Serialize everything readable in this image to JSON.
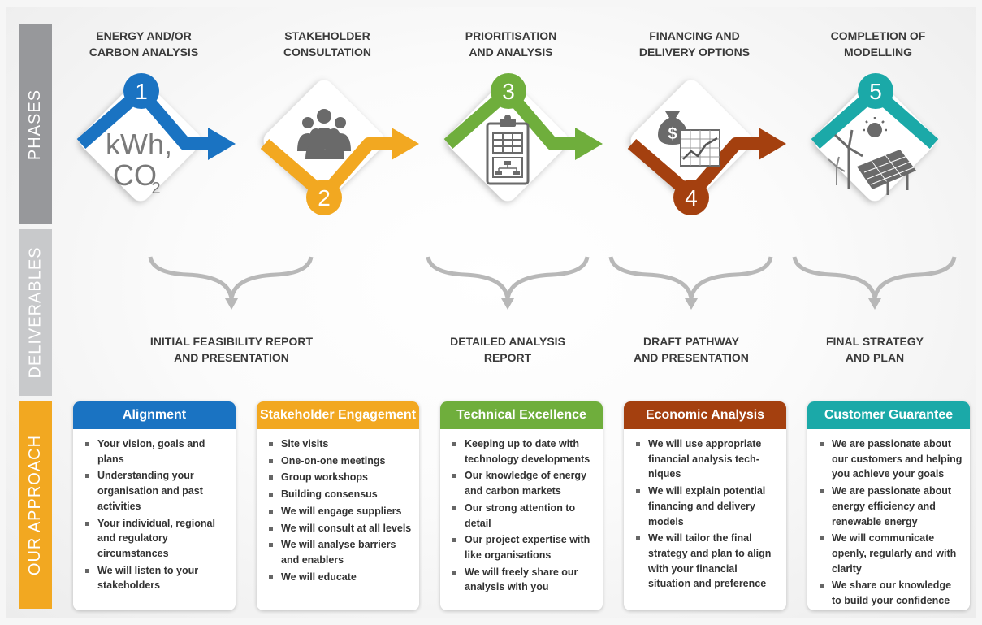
{
  "side_labels": {
    "phases": "PHASES",
    "deliverables": "DELIVERABLES",
    "approach": "OUR APPROACH"
  },
  "colors": {
    "blue": "#1a73c2",
    "orange": "#f2a821",
    "green": "#6fae3c",
    "rust": "#a4400f",
    "teal": "#1ba9a8",
    "gray_bar": "#97989b",
    "light_gray_bar": "#c8c9cb"
  },
  "phases": [
    {
      "title": "ENERGY AND/OR\nCARBON ANALYSIS",
      "number": "1",
      "icon": "kwh-co2-icon",
      "icon_text": {
        "line1": "kWh,",
        "line2": "CO",
        "sub": "2"
      }
    },
    {
      "title": "STAKEHOLDER\nCONSULTATION",
      "number": "2",
      "icon": "people-group-icon"
    },
    {
      "title": "PRIORITISATION\nAND ANALYSIS",
      "number": "3",
      "icon": "clipboard-chart-icon"
    },
    {
      "title": "FINANCING AND\nDELIVERY OPTIONS",
      "number": "4",
      "icon": "money-bag-chart-icon",
      "icon_text": {
        "dollar": "$"
      }
    },
    {
      "title": "COMPLETION OF\nMODELLING",
      "number": "5",
      "icon": "renewables-icon"
    }
  ],
  "deliverables": [
    {
      "text": "INITIAL FEASIBILITY REPORT\nAND PRESENTATION"
    },
    {
      "text": "DETAILED ANALYSIS\nREPORT"
    },
    {
      "text": "DRAFT PATHWAY\nAND PRESENTATION"
    },
    {
      "text": "FINAL STRATEGY\nAND PLAN"
    }
  ],
  "approach": [
    {
      "title": "Alignment",
      "items": [
        "Your vision, goals and plans",
        "Understanding your organisation and past activities",
        "Your individual, regional and regulatory circumstances",
        "We will listen to your stakeholders"
      ]
    },
    {
      "title": "Stakeholder Engagement",
      "items": [
        "Site visits",
        "One-on-one meetings",
        "Group workshops",
        "Building consensus",
        "We will engage suppliers",
        "We will consult at all levels",
        "We will analyse barriers and enablers",
        "We will educate"
      ]
    },
    {
      "title": "Technical Excellence",
      "items": [
        "Keeping up to date with technology developments",
        "Our knowledge of energy and carbon markets",
        "Our strong attention to detail",
        "Our project expertise with like organisations",
        "We will freely share our analysis with you"
      ]
    },
    {
      "title": "Economic Analysis",
      "items": [
        "We will use appropriate financial analysis tech- niques",
        "We will explain potential financing and delivery models",
        "We will tailor the final strategy and plan to align with your financial situation and preference"
      ]
    },
    {
      "title": "Customer Guarantee",
      "items": [
        "We are passionate about our customers and helping you achieve your goals",
        "We are passionate about energy efficiency and renewable energy",
        "We will communicate openly, regularly and with clarity",
        "We share our knowledge to build your confidence and skills"
      ]
    }
  ]
}
